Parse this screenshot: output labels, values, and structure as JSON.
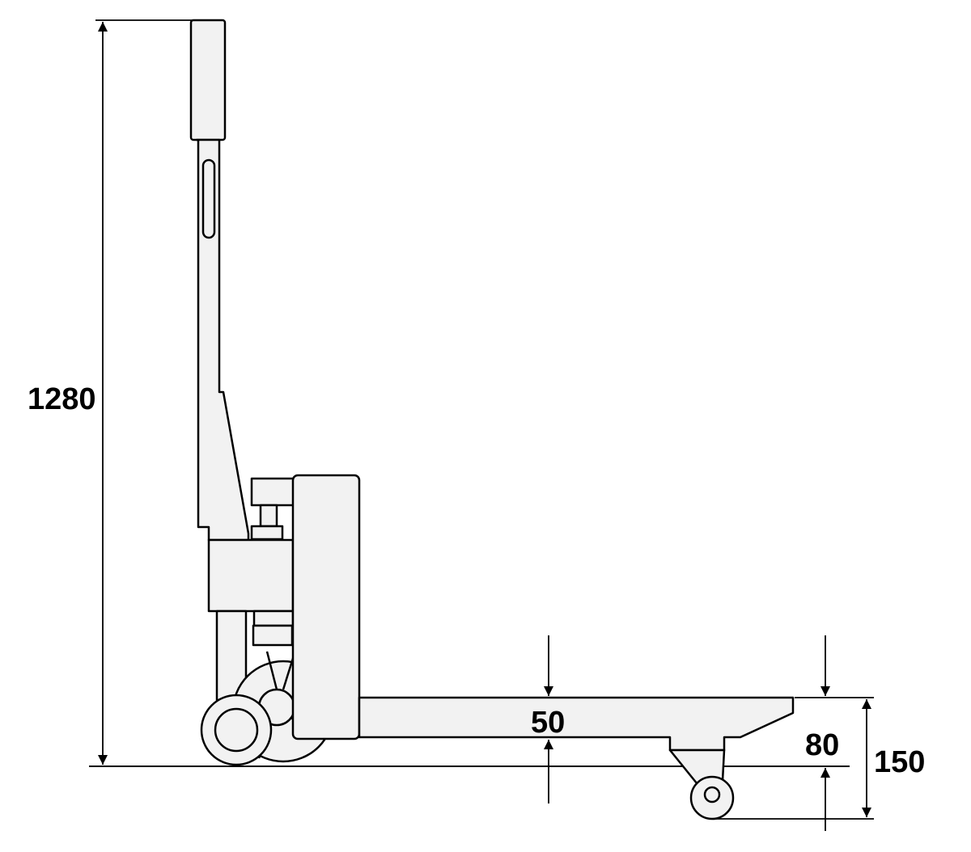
{
  "dimensions": {
    "overall_height": "1280",
    "fork_thickness": "50",
    "fork_lowered_height": "80",
    "fork_raised_height": "150"
  },
  "colors": {
    "line": "#000000",
    "fill": "#f2f2f2",
    "background": "#ffffff"
  }
}
